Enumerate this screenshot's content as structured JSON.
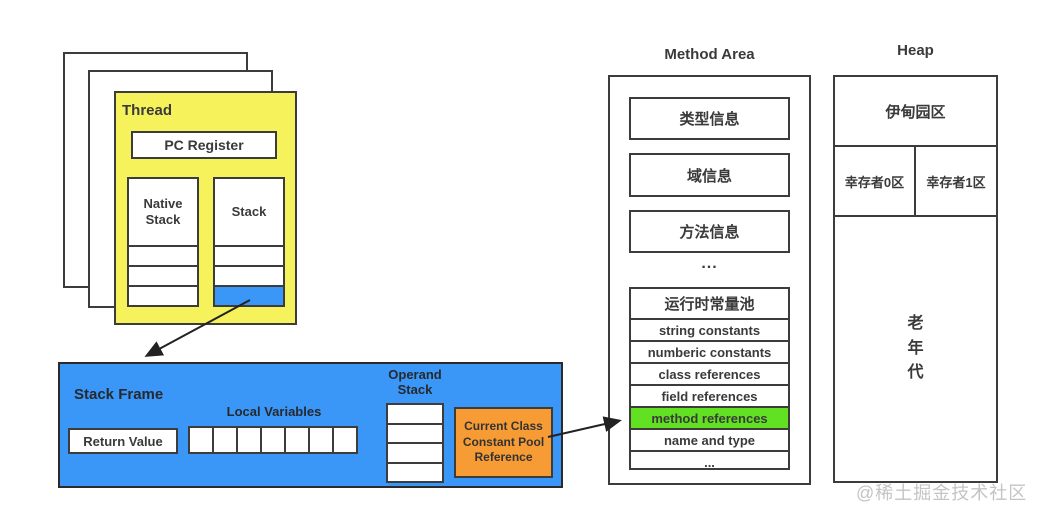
{
  "thread": {
    "title": "Thread",
    "pc_register_label": "PC Register",
    "native_stack_label": "Native Stack",
    "stack_label": "Stack",
    "native_stack_rows": 3,
    "stack_rows": 3,
    "highlighted_stack_row": "bottom"
  },
  "stack_frame": {
    "title": "Stack Frame",
    "return_value_label": "Return Value",
    "local_variables_label": "Local Variables",
    "local_variables_cells": 7,
    "operand_stack_label": "Operand Stack",
    "operand_stack_cells": 4,
    "constant_pool_reference_label": "Current Class Constant Pool Reference"
  },
  "method_area": {
    "title": "Method Area",
    "type_info": "类型信息",
    "field_info": "域信息",
    "method_info": "方法信息",
    "ellipsis": "...",
    "runtime_constant_pool": {
      "header": "运行时常量池",
      "rows": [
        "string constants",
        "numberic constants",
        "class references",
        "field references",
        "method references",
        "name and type",
        "..."
      ],
      "highlighted_row": "method references"
    }
  },
  "heap": {
    "title": "Heap",
    "eden_label": "伊甸园区",
    "survivor0_label": "幸存者0区",
    "survivor1_label": "幸存者1区",
    "old_generation_label": "老年代"
  },
  "watermark": "@稀土掘金技术社区",
  "colors": {
    "thread_bg": "#f6f25c",
    "stack_frame_bg": "#3a97f7",
    "constant_pool_ref_bg": "#f79b34",
    "method_references_bg": "#61e122",
    "border": "#3c3c3c",
    "watermark_text": "#c4c4c4"
  }
}
